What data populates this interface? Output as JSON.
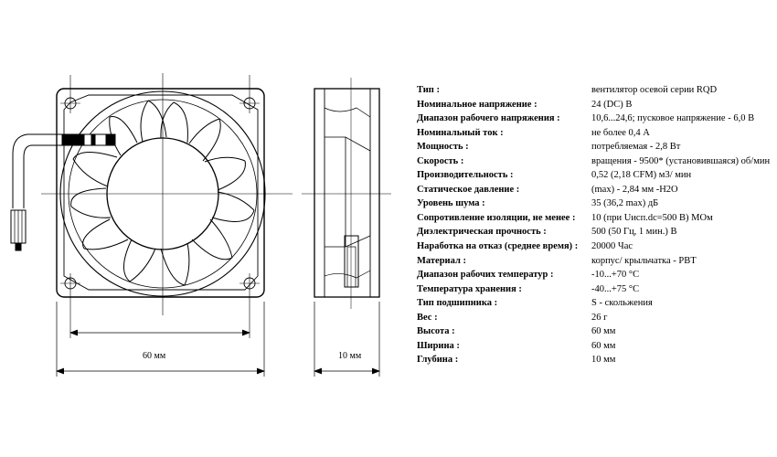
{
  "dimensions": {
    "width_label": "60 мм",
    "depth_label": "10 мм"
  },
  "specs": [
    {
      "label": "Тип :",
      "value": "вентилятор осевой серии RQD"
    },
    {
      "label": "Номинальное напряжение :",
      "value": "24 (DC) В"
    },
    {
      "label": "Диапазон рабочего напряжения :",
      "value": "10,6...24,6; пусковое напряжение - 6,0 В"
    },
    {
      "label": "Номинальный ток :",
      "value": "не более 0,4 А"
    },
    {
      "label": "Мощность :",
      "value": "потребляемая - 2,8 Вт"
    },
    {
      "label": "Скорость :",
      "value": "вращения - 9500* (установившаяся) об/мин"
    },
    {
      "label": "Производительность :",
      "value": "0,52 (2,18 CFM) м3/ мин"
    },
    {
      "label": "Статическое давление :",
      "value": "(max) - 2,84 мм -H2O"
    },
    {
      "label": "Уровень шума :",
      "value": "35 (36,2 max) дБ"
    },
    {
      "label": "Сопротивление изоляции, не менее :",
      "value": "10 (при Uисп.dc=500 В) МОм"
    },
    {
      "label": "Диэлектрическая прочность :",
      "value": "500 (50 Гц, 1 мин.) В"
    },
    {
      "label": "Наработка на отказ (среднее время) :",
      "value": "20000 Час"
    },
    {
      "label": "Материал :",
      "value": "корпус/ крыльчатка - PBT"
    },
    {
      "label": "Диапазон рабочих температур :",
      "value": "-10...+70 °C"
    },
    {
      "label": "Температура хранения :",
      "value": "-40...+75 °C"
    },
    {
      "label": "Тип подшипника :",
      "value": "S - скольжения"
    },
    {
      "label": "Вес :",
      "value": "26 г"
    },
    {
      "label": "Высота :",
      "value": "60 мм"
    },
    {
      "label": "Ширина :",
      "value": "60 мм"
    },
    {
      "label": "Глубина :",
      "value": "10 мм"
    }
  ]
}
